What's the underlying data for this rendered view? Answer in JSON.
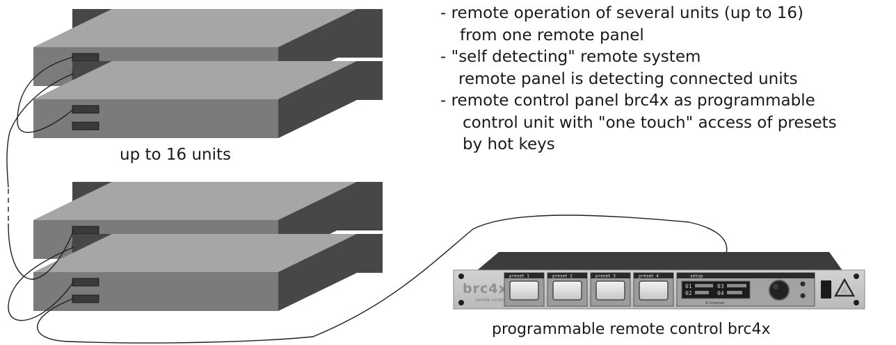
{
  "colors": {
    "unit_top": "#a6a6a6",
    "unit_front": "#7b7b7b",
    "unit_side": "#474747",
    "socket": "#3a3a3a",
    "cable": "#1e1e1e",
    "panel_face": "#c7c7c7",
    "panel_top": "#3c3c3c",
    "display": "#1c1c1c"
  },
  "units_caption": "up to 16 units",
  "features": [
    {
      "lines": [
        "- remote operation of several units (up to 16)",
        "from one remote panel"
      ]
    },
    {
      "lines": [
        "- \"self detecting\" remote system",
        "remote panel is detecting connected units"
      ]
    },
    {
      "lines": [
        "- remote control panel brc4x as programmable",
        "control unit with \"one touch\" access of presets",
        "by hot keys"
      ]
    }
  ],
  "panel": {
    "logo": "brc4x",
    "logo_sub": "remote controller",
    "keys": [
      "preset 1",
      "preset 2",
      "preset 3",
      "preset 4",
      "setup"
    ],
    "display_lines": [
      "01",
      "02",
      "03",
      "04"
    ],
    "display_sub": "4 channel"
  },
  "panel_caption": "programmable remote control brc4x"
}
